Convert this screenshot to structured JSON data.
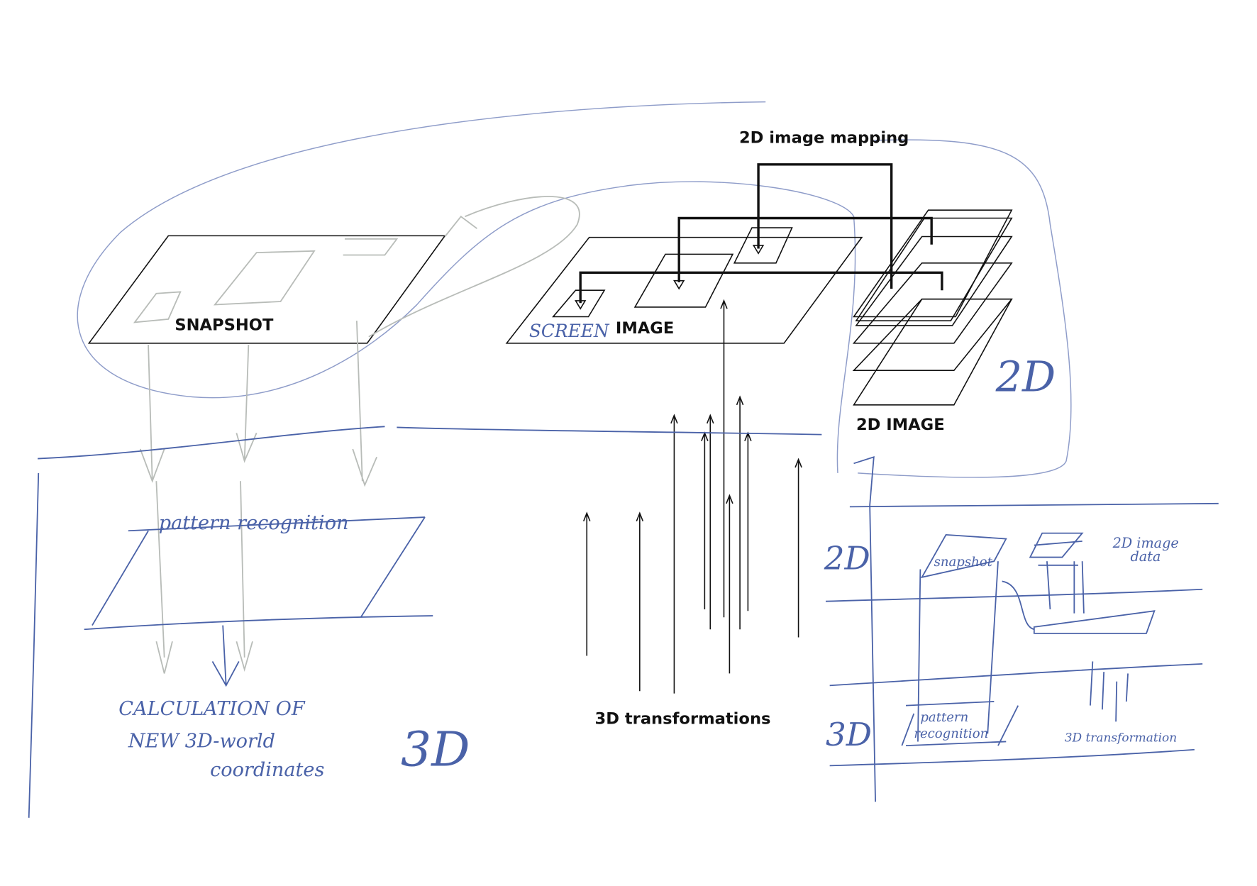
{
  "printed_labels": {
    "mapping_title": "2D image mapping",
    "snapshot": "SNAPSHOT",
    "image": "IMAGE",
    "image_2d": "2D IMAGE",
    "transformations": "3D transformations"
  },
  "handwritten_left": {
    "screen": "SCREEN",
    "label_2d": "2D",
    "pattern_recognition": "pattern recognition",
    "calc_line1": "CALCULATION OF",
    "calc_line2": "NEW 3D-world",
    "calc_line3": "coordinates",
    "label_3d": "3D"
  },
  "handwritten_right_sketch": {
    "label_2d": "2D",
    "snapshot": "snapshot",
    "image_data_line1": "2D image",
    "image_data_line2": "data",
    "label_3d": "3D",
    "pattern_line1": "pattern",
    "pattern_line2": "recognition",
    "transformation": "3D transformation"
  },
  "colors": {
    "ink": "#4a62a8",
    "print": "#111111",
    "pencil": "#b8bcb8"
  }
}
